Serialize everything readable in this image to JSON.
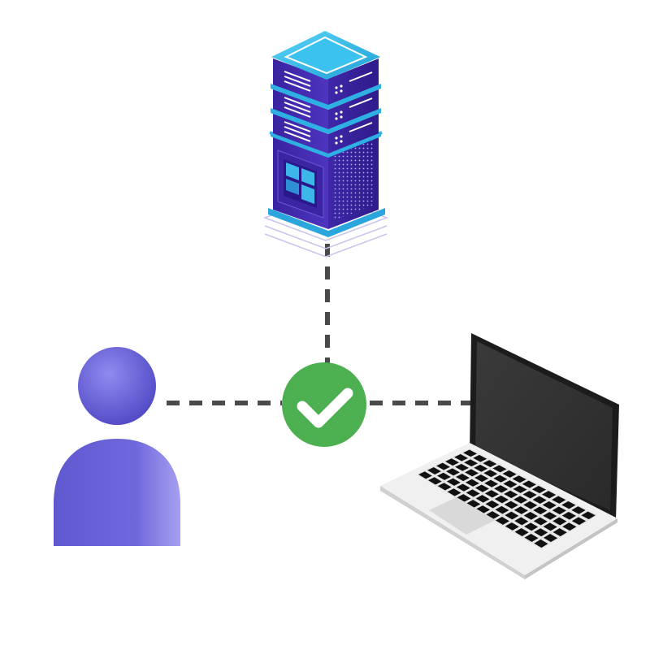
{
  "diagram": {
    "nodes": [
      {
        "id": "server",
        "icon": "server-icon"
      },
      {
        "id": "user",
        "icon": "user-icon"
      },
      {
        "id": "laptop",
        "icon": "laptop-icon"
      },
      {
        "id": "hub",
        "icon": "checkmark-icon",
        "status": "verified"
      }
    ],
    "edges": [
      {
        "from": "server",
        "to": "hub",
        "style": "dashed"
      },
      {
        "from": "user",
        "to": "hub",
        "style": "dashed"
      },
      {
        "from": "laptop",
        "to": "hub",
        "style": "dashed"
      }
    ]
  },
  "colors": {
    "background": "#ffffff",
    "connector": "#4a4a4a",
    "check_green": "#4caf50",
    "check_mark": "#ffffff",
    "user_purple": "#6a63d6",
    "server_indigo": "#4a2fb0",
    "server_cyan": "#2bb7e6",
    "laptop_screen": "#333333",
    "laptop_body": "#f2f2f2"
  }
}
